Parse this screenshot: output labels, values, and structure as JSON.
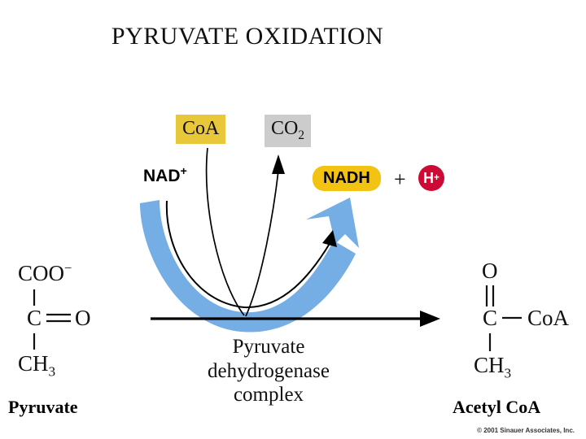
{
  "figure": {
    "title": "PYRUVATE OXIDATION",
    "copyright": "© 2001 Sinauer Associates, Inc.",
    "enzyme_caption_line1": "Pyruvate",
    "enzyme_caption_line2": "dehydrogenase",
    "enzyme_caption_line3": "complex"
  },
  "colors": {
    "coa_box": "#e8c83a",
    "co2_box": "#cccccc",
    "nadh_pill": "#f2c313",
    "h_plus_circle": "#cc0a33",
    "blue_arrow": "#74aee4",
    "line_black": "#000000",
    "background": "#ffffff"
  },
  "reactants": {
    "coa": {
      "text": "CoA",
      "icon": "coa-substrate-box"
    },
    "nad_plus": {
      "base": "NAD",
      "charge": "+"
    }
  },
  "products": {
    "co2": {
      "base": "CO",
      "subscript": "2"
    },
    "nadh": {
      "text": "NADH"
    },
    "plus": "+",
    "h_plus": {
      "base": "H",
      "charge": "+"
    }
  },
  "left_molecule": {
    "name": "Pyruvate",
    "atoms": {
      "top": "COO",
      "top_charge": "−",
      "middle_left": "C",
      "middle_right": "O",
      "bottom_base": "CH",
      "bottom_sub": "3"
    },
    "bonds": [
      "single-vertical-top",
      "double-horizontal-middle",
      "single-vertical-bottom"
    ]
  },
  "right_molecule": {
    "name": "Acetyl CoA",
    "atoms": {
      "top": "O",
      "middle_left": "C",
      "middle_right": "CoA",
      "bottom_base": "CH",
      "bottom_sub": "3"
    },
    "bonds": [
      "double-vertical-top",
      "single-horizontal-middle",
      "single-vertical-bottom"
    ]
  },
  "arrows": {
    "main_reaction": "horizontal-right-arrow",
    "coa_entry": "curve-down-into-reaction",
    "co2_exit": "curve-up-out-of-reaction",
    "nad_to_nadh": "curved-u-arrow-right",
    "blue_band": "thick-blue-u-arrow"
  }
}
